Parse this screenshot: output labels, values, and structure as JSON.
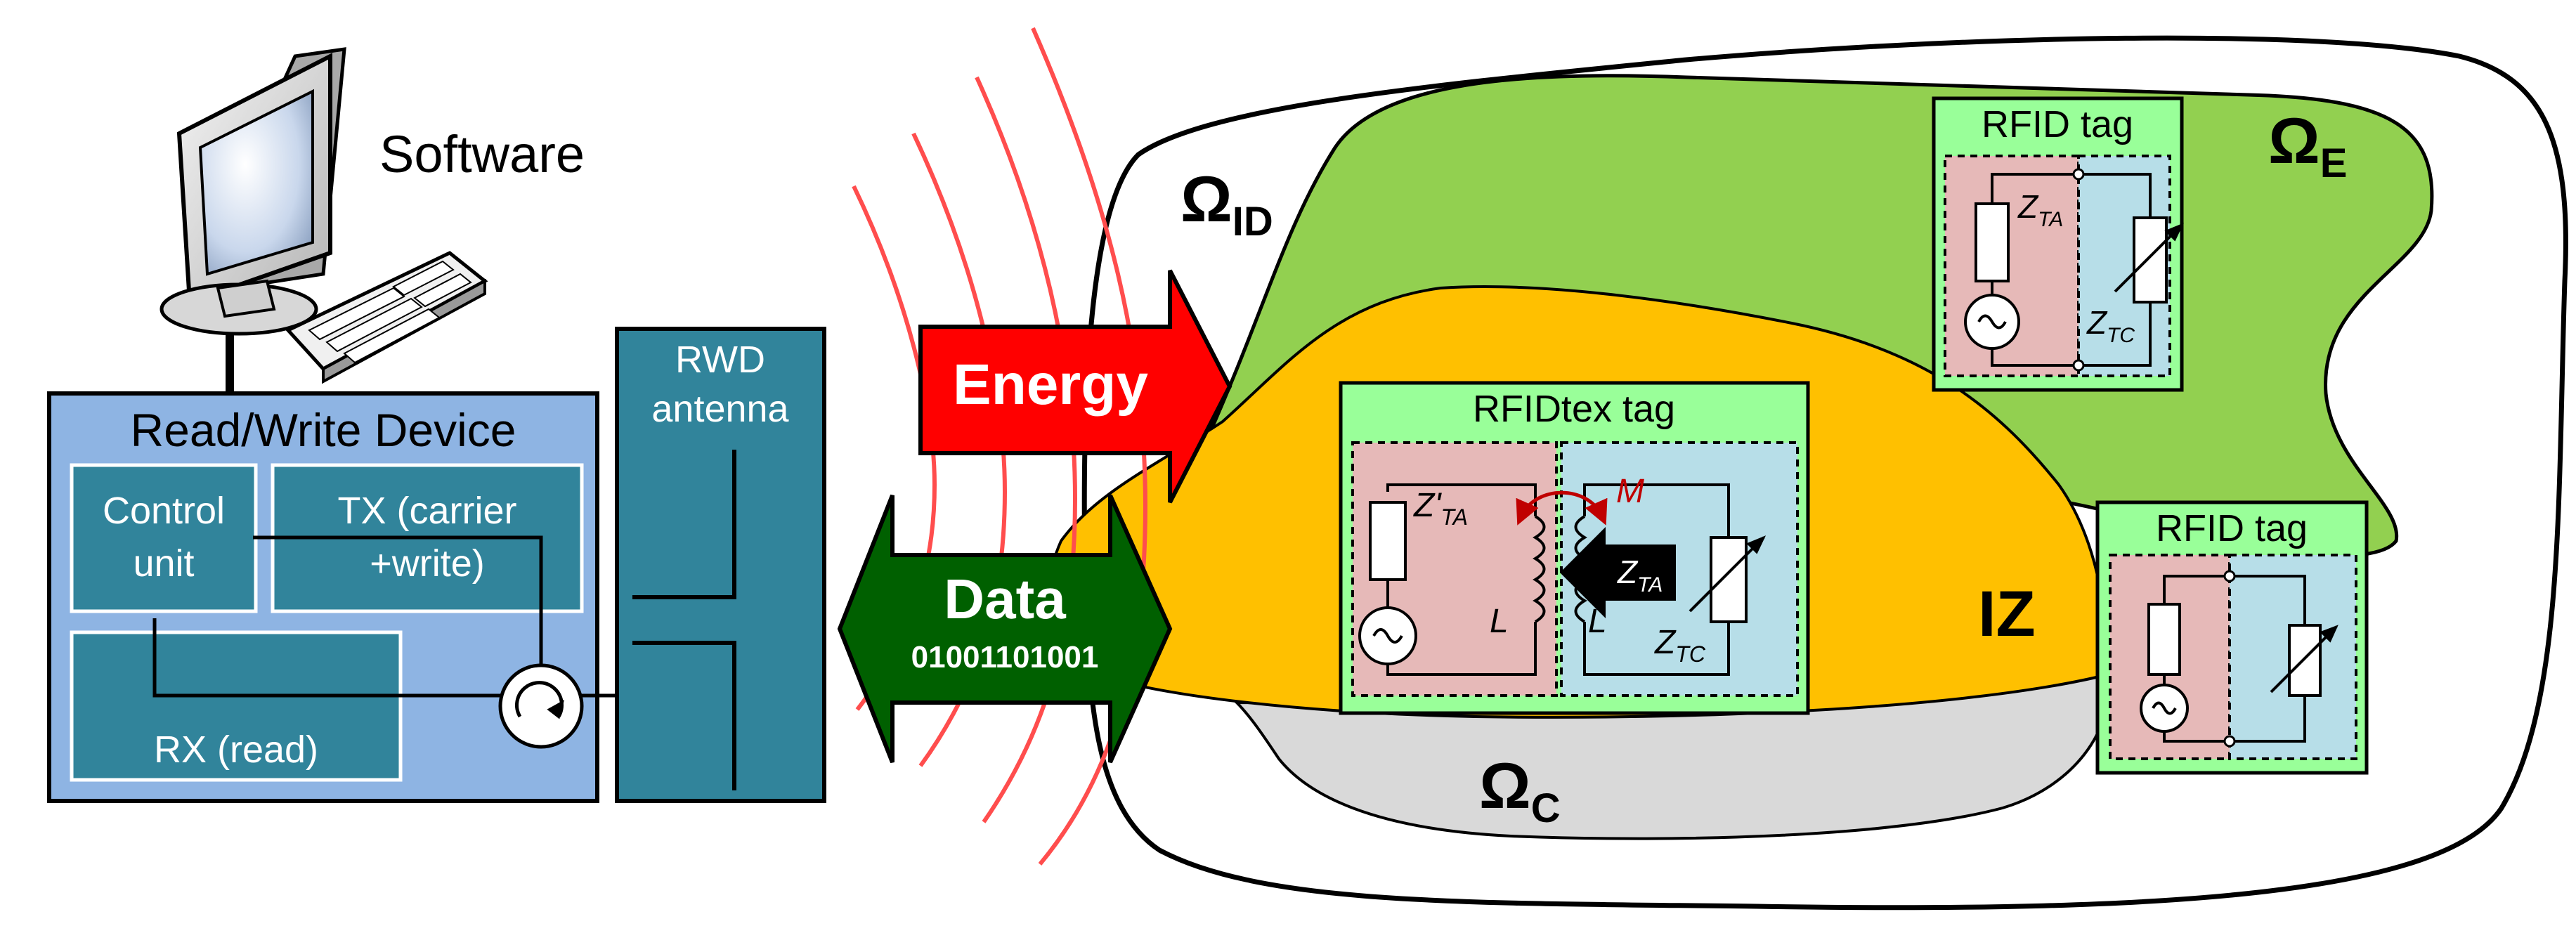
{
  "software": {
    "label": "Software"
  },
  "rwd": {
    "title": "Read/Write Device",
    "control_line1": "Control",
    "control_line2": "unit",
    "tx_line1": "TX (carrier",
    "tx_line2": "+write)",
    "rx": "RX (read)",
    "antenna_line1": "RWD",
    "antenna_line2": "antenna"
  },
  "arrows": {
    "energy": "Energy",
    "data": "Data",
    "data_bits": "01001101001"
  },
  "regions": {
    "omega_id_symbol": "Ω",
    "omega_id_sub": "ID",
    "omega_e_symbol": "Ω",
    "omega_e_sub": "E",
    "omega_c_symbol": "Ω",
    "omega_c_sub": "C",
    "iz": "IZ"
  },
  "tags": {
    "rfidtex": {
      "title": "RFIDtex tag",
      "zta_prime": "Z'",
      "zta_prime_sub": "TA",
      "m": "M",
      "l_left": "L",
      "l_right": "L",
      "zta_arrow": "Z",
      "zta_arrow_sub": "TA",
      "ztc": "Z",
      "ztc_sub": "TC"
    },
    "rfid_top": {
      "title": "RFID tag",
      "zta": "Z",
      "zta_sub": "TA",
      "ztc": "Z",
      "ztc_sub": "TC"
    },
    "rfid_bottom": {
      "title": "RFID tag"
    }
  },
  "colors": {
    "rwd_fill": "#8eb4e3",
    "teal": "#31849b",
    "energy_red": "#ff0000",
    "data_green": "#006000",
    "zone_green": "#92d050",
    "zone_yellow": "#ffc000",
    "zone_gray": "#d9d9d9",
    "tag_green": "#99ff99",
    "pink": "#e6b9b8",
    "light_blue": "#b7dee8",
    "wave_red": "#ff4d4d",
    "m_red": "#c00000"
  }
}
